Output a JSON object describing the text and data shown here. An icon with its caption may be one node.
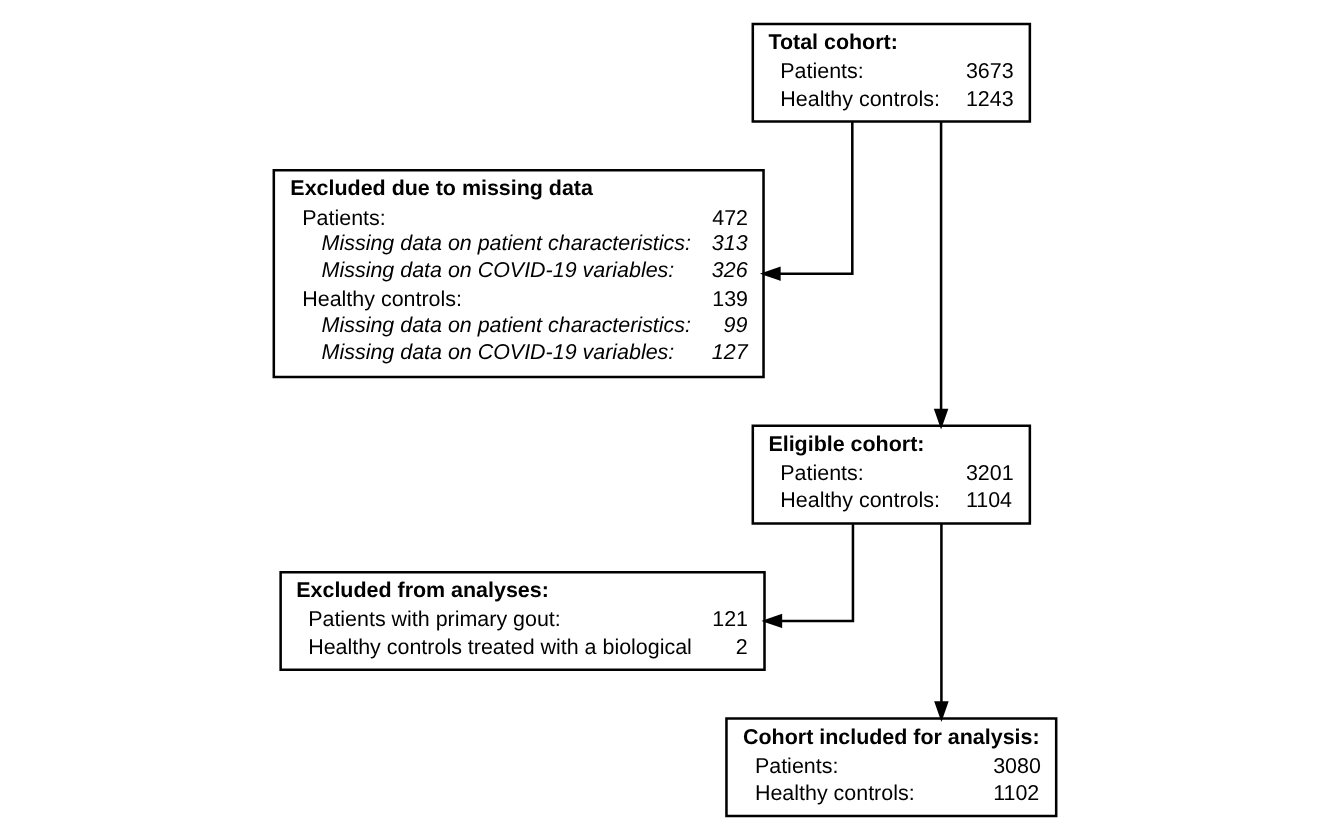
{
  "diagram": {
    "nodes": [
      {
        "text": [
          "Total cohort:",
          "Patients:",
          "3673",
          "Healthy controls:",
          "1243"
        ]
      },
      {
        "text": [
          "Excluded due to missing data",
          "Patients:",
          "472",
          "Missing data on patient characteristics:",
          "313",
          "Missing data on COVID-19 variables:",
          "326",
          "Healthy controls:",
          "139",
          "Missing data on patient characteristics:",
          "99",
          "Missing data on COVID-19 variables:",
          "127"
        ]
      },
      {
        "text": [
          "Eligible cohort:",
          "Patients:",
          "3201",
          "Healthy controls:",
          "1104"
        ]
      },
      {
        "text": [
          "Excluded from analyses:",
          "Patients with primary gout:",
          "121",
          "Healthy controls treated with a biological",
          "2"
        ]
      },
      {
        "text": [
          "Cohort included for analysis:",
          "Patients:",
          "3080",
          "Healthy controls:",
          "1102"
        ]
      }
    ],
    "edges": [
      {
        "from": 0,
        "to": 1,
        "arrow": "to"
      },
      {
        "from": 0,
        "to": 2,
        "arrow": "to"
      },
      {
        "from": 2,
        "to": 3,
        "arrow": "to"
      },
      {
        "from": 2,
        "to": 4,
        "arrow": "to"
      }
    ]
  }
}
